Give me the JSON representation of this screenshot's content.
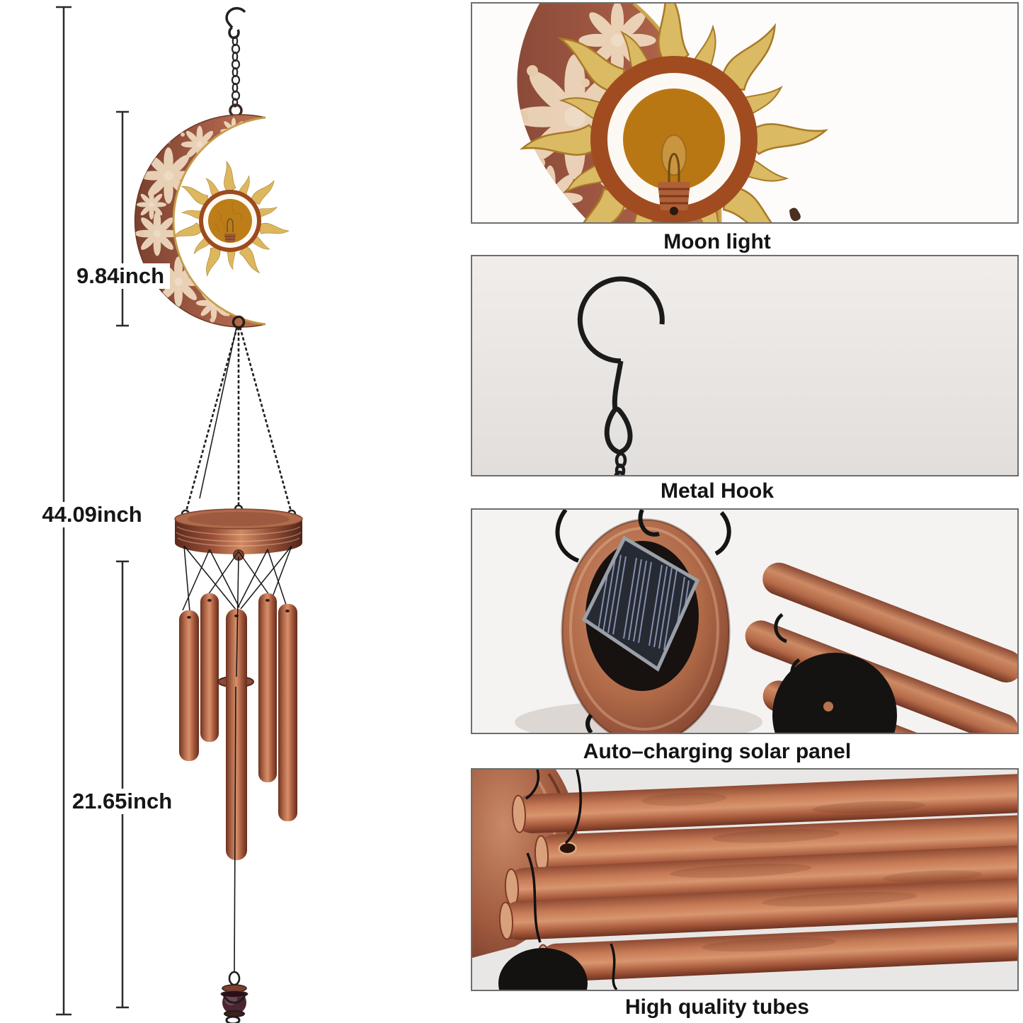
{
  "product_diagram": {
    "description": "solar moon-and-sun wind chime with dimension annotations",
    "dimension_labels": {
      "total_height": "44.09inch",
      "upper_section": "9.84inch",
      "lower_section": "21.65inch"
    }
  },
  "detail_panels": [
    {
      "id": "moon-light",
      "caption": "Moon light"
    },
    {
      "id": "metal-hook",
      "caption": "Metal Hook"
    },
    {
      "id": "solar-panel",
      "caption": "Auto–charging solar panel"
    },
    {
      "id": "tubes",
      "caption": "High quality tubes"
    }
  ],
  "colors": {
    "background": "#ffffff",
    "dimension_line": "#2a2a2a",
    "label_text": "#161616",
    "caption_text": "#141414",
    "panel_border": "#6e6e6e",
    "copper": "#a05a3e",
    "copper_light": "#d8906a",
    "copper_dark": "#6f3322",
    "gold": "#c9a24a",
    "amber_glass": "#e8a832",
    "black_metal": "#1c1c1c",
    "solar_cell": "#262a33",
    "panel2_bg": "#eeebe9",
    "panel3_bg": "#f5f3f1",
    "panel4_bg": "#e9e7e5"
  }
}
